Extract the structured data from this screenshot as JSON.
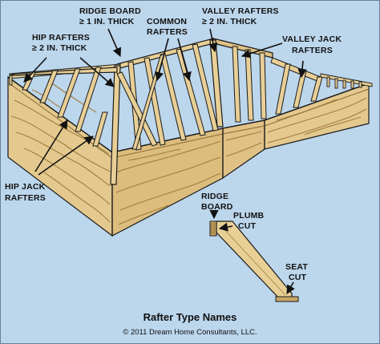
{
  "labels": {
    "ridge_board_line1": "RIDGE BOARD",
    "ridge_board_line2": "≥ 1 IN. THICK",
    "hip_rafters_line1": "HIP RAFTERS",
    "hip_rafters_line2": "≥ 2 IN. THICK",
    "common_rafters_line1": "COMMON",
    "common_rafters_line2": "RAFTERS",
    "valley_rafters_line1": "VALLEY RAFTERS",
    "valley_rafters_line2": "≥ 2 IN. THICK",
    "valley_jack_line1": "VALLEY JACK",
    "valley_jack_line2": "RAFTERS",
    "hip_jack_line1": "HIP JACK",
    "hip_jack_line2": "RAFTERS",
    "detail_ridge_line1": "RIDGE",
    "detail_ridge_line2": "BOARD",
    "plumb_cut_line1": "PLUMB",
    "plumb_cut_line2": "CUT",
    "seat_cut_line1": "SEAT",
    "seat_cut_line2": "CUT"
  },
  "caption": {
    "title": "Rafter Type Names",
    "copyright": "© 2011 Dream Home Consultants, LLC."
  },
  "colors": {
    "background": "#bcd6ec",
    "wood": "#e4c98f",
    "wood_dark": "#c9a765",
    "grain": "#a17d3f",
    "outline": "#1a1a1a"
  }
}
